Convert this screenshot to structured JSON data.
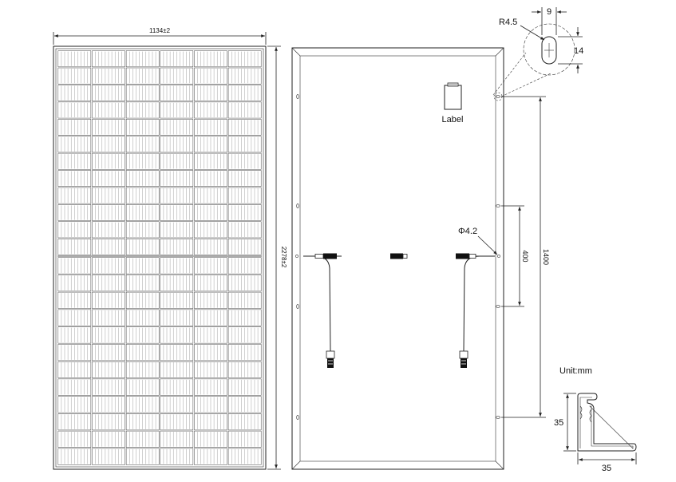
{
  "front_view": {
    "width_dim": "1134±2",
    "height_dim": "2278±2"
  },
  "rear_view": {
    "label_text": "Label",
    "hole_dia": "Φ4.2",
    "dim_400": "400",
    "dim_1400": "1400"
  },
  "hole_detail": {
    "radius": "R4.5",
    "width": "9",
    "height": "14"
  },
  "frame_profile": {
    "height": "35",
    "width": "35"
  },
  "unit_label": "Unit:mm"
}
